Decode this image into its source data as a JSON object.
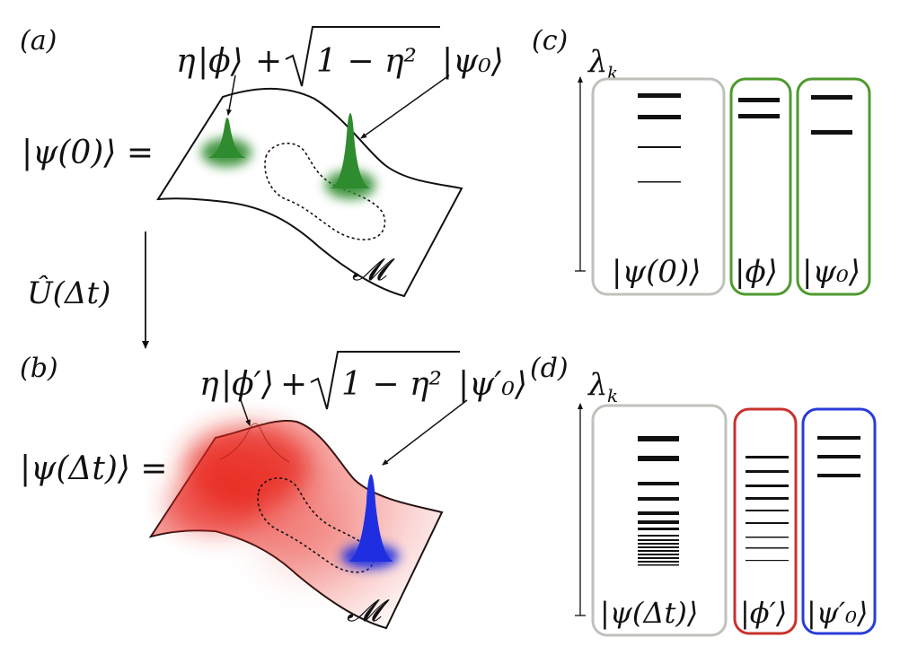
{
  "panels": {
    "a": {
      "label": "(a)",
      "state_lhs": "|ψ(0)⟩ =",
      "superposition": {
        "eta": "η",
        "ket_phi": "|ϕ⟩",
        "plus": "+",
        "radicand": "1 − η²",
        "ket_psi": "|ψ₀⟩"
      },
      "manifold": "𝓜",
      "blob_colors": [
        "#2e8b2e",
        "#2e8b2e"
      ]
    },
    "evolution": {
      "operator": "Û(Δt)"
    },
    "b": {
      "label": "(b)",
      "state_lhs": "|ψ(Δt)⟩ =",
      "superposition": {
        "eta": "η",
        "ket_phi": "|ϕ′⟩",
        "plus": "+",
        "radicand": "1 − η²",
        "ket_psi": "|ψ′₀⟩"
      },
      "manifold": "𝓜",
      "blob_colors": [
        "#e8251e",
        "#1f2ee0"
      ]
    },
    "c": {
      "label": "(c)",
      "axis_label": "λ",
      "axis_sub": "k",
      "boxes": [
        {
          "label": "|ψ(0)⟩",
          "color": "#bfc2bb",
          "levels": [
            4,
            4,
            2,
            1
          ]
        },
        {
          "label": "|ϕ⟩",
          "color": "#4e9a2e",
          "levels": [
            4,
            4
          ]
        },
        {
          "label": "|ψ₀⟩",
          "color": "#4e9a2e",
          "levels": [
            4,
            4
          ]
        }
      ]
    },
    "d": {
      "label": "(d)",
      "axis_label": "λ",
      "axis_sub": "k",
      "boxes": [
        {
          "label": "|ψ(Δt)⟩",
          "color": "#bfc2bb",
          "levels": [
            5,
            5,
            4,
            4,
            4,
            4,
            4,
            3,
            3,
            2,
            2,
            2,
            2,
            2,
            2,
            2,
            2,
            2,
            2,
            2,
            2
          ]
        },
        {
          "label": "|ϕ′⟩",
          "color": "#c8322c",
          "levels": [
            3,
            3,
            3,
            3,
            2,
            2,
            1,
            1,
            1
          ]
        },
        {
          "label": "|ψ′₀⟩",
          "color": "#2b3bd8",
          "levels": [
            4,
            4,
            4
          ]
        }
      ]
    }
  }
}
